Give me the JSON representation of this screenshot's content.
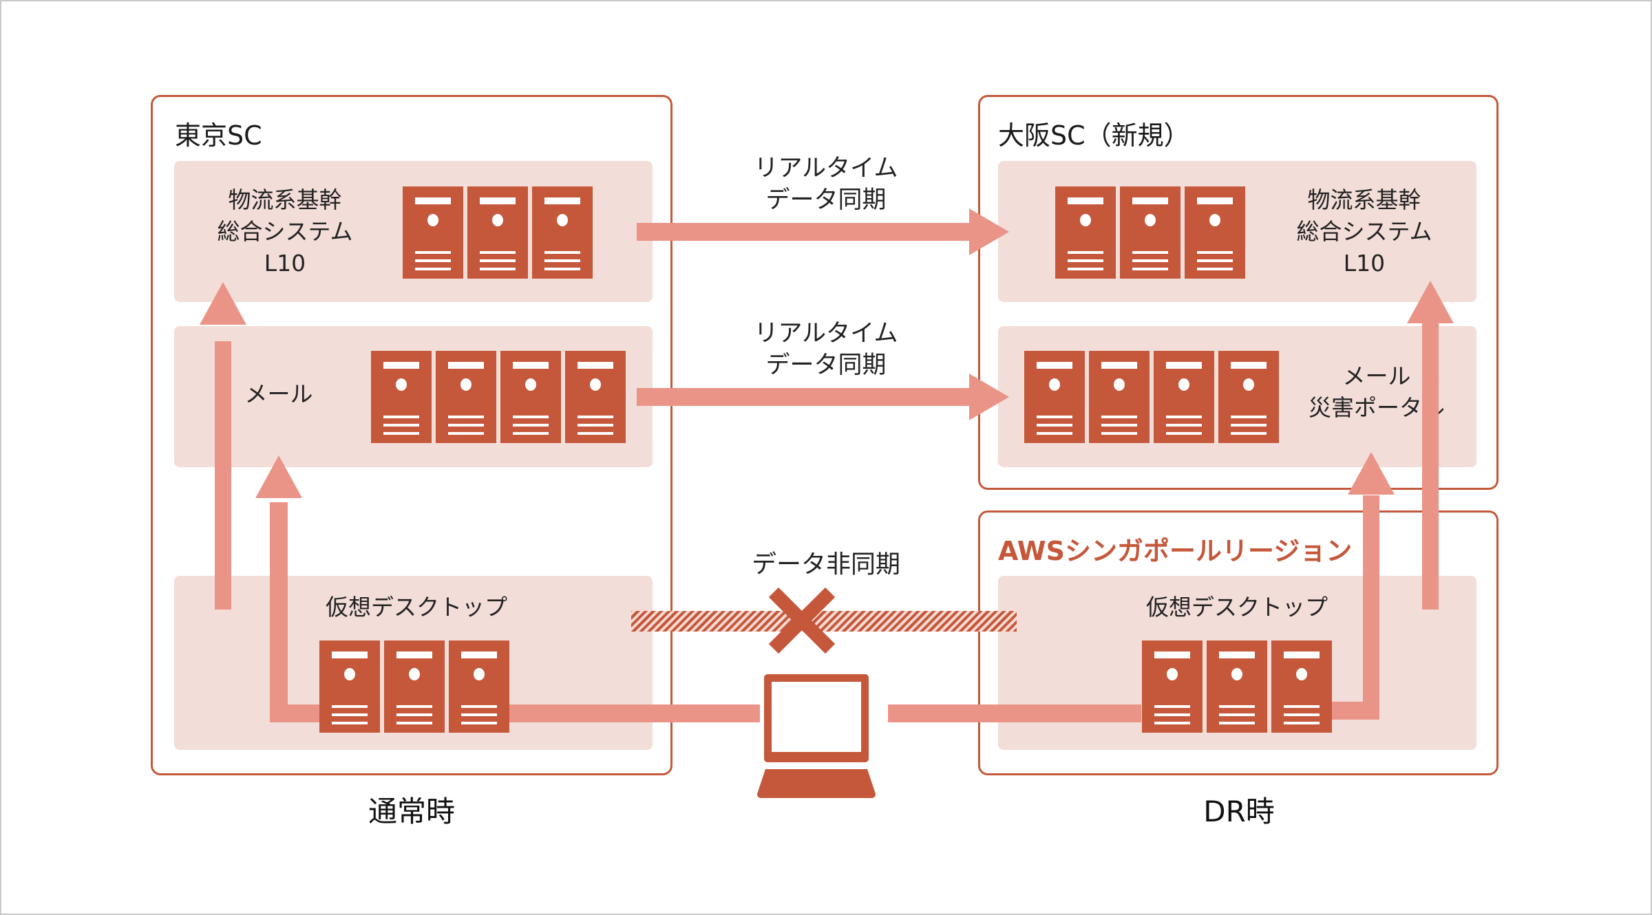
{
  "diagram": {
    "tokyo": {
      "title": "東京SC",
      "panels": {
        "logistics": {
          "line1": "物流系基幹",
          "line2": "総合システム",
          "line3": "L10",
          "servers": 3
        },
        "mail": {
          "label": "メール",
          "servers": 4
        },
        "vdi": {
          "label": "仮想デスクトップ",
          "servers": 3
        }
      },
      "caption": "通常時"
    },
    "osaka": {
      "title": "大阪SC（新規）",
      "panels": {
        "logistics": {
          "line1": "物流系基幹",
          "line2": "総合システム",
          "line3": "L10",
          "servers": 3
        },
        "mail": {
          "line1": "メール",
          "line2": "災害ポータル",
          "servers": 4
        }
      }
    },
    "aws": {
      "title": "AWSシンガポールリージョン",
      "panels": {
        "vdi": {
          "label": "仮想デスクトップ",
          "servers": 3
        }
      },
      "caption": "DR時"
    },
    "links": {
      "sync1": {
        "line1": "リアルタイム",
        "line2": "データ同期"
      },
      "sync2": {
        "line1": "リアルタイム",
        "line2": "データ同期"
      },
      "nosync": {
        "label": "データ非同期"
      }
    },
    "icons": {
      "server": "server-rack-icon",
      "laptop": "laptop-icon",
      "blocked": "x-mark-icon"
    },
    "colors": {
      "accent": "#c5573a",
      "flow": "#ea9488",
      "panel": "#f2ddd8"
    }
  }
}
